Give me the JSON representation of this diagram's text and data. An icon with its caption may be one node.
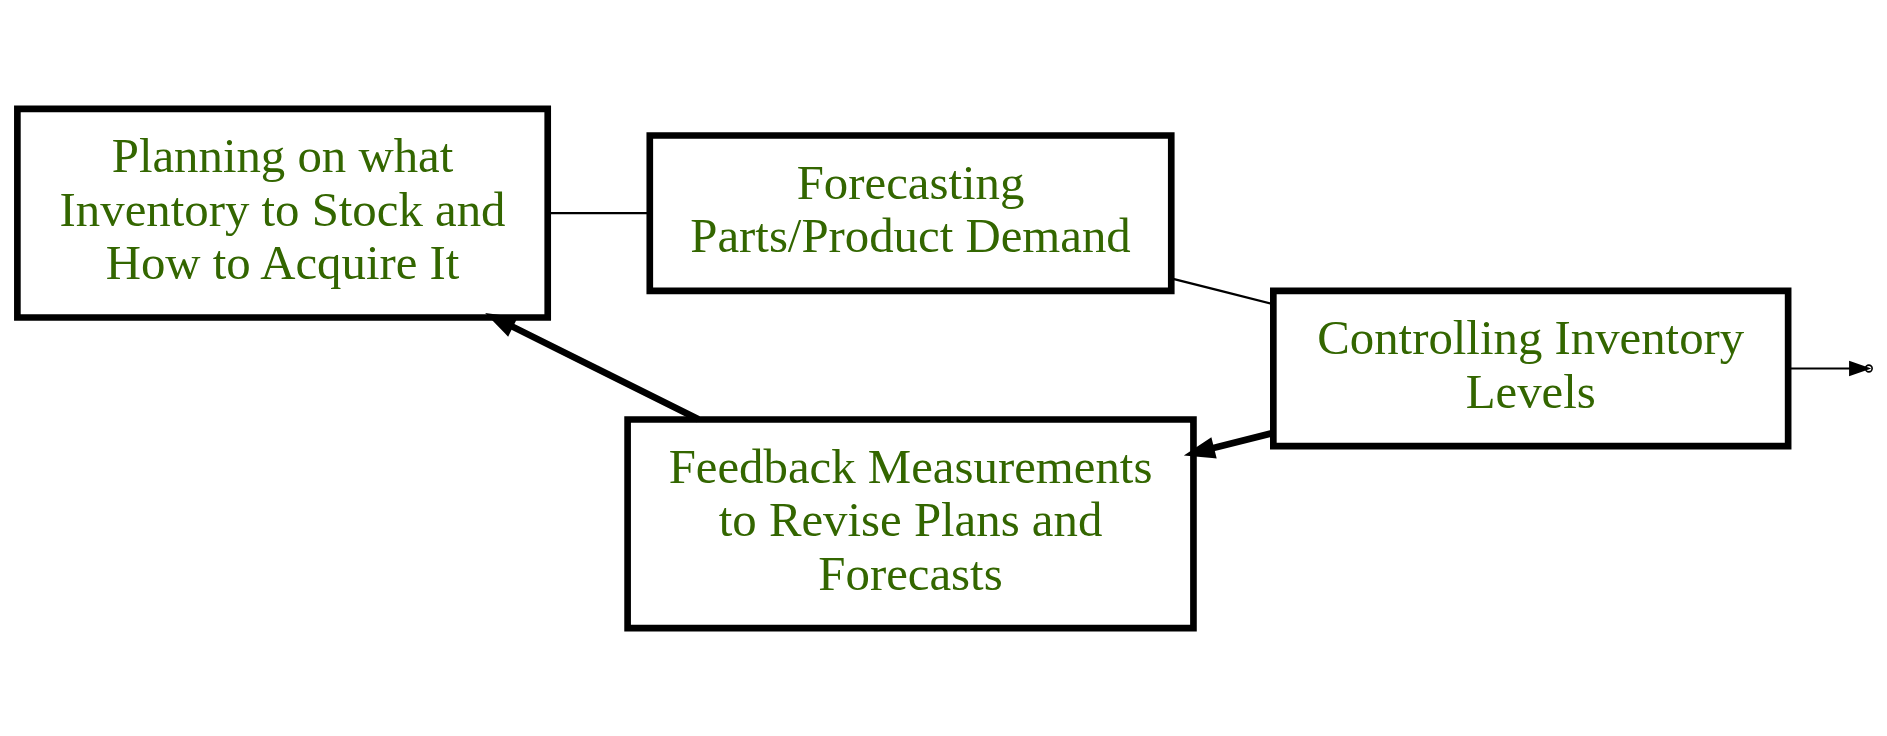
{
  "diagram": {
    "nodes": [
      {
        "text": [
          "Planning on what Inventory to Stock and How to Acquire It"
        ]
      },
      {
        "text": [
          "Forecasting Parts/Product Demand"
        ]
      },
      {
        "text": [
          "Controlling Inventory Levels"
        ]
      },
      {
        "text": [
          "Feedback Measurements to Revise Plans and Forecasts"
        ]
      }
    ],
    "edges": [
      {
        "from": 0,
        "to": 1,
        "arrow": "none"
      },
      {
        "from": 1,
        "to": 2,
        "arrow": "none"
      },
      {
        "from": 2,
        "to": null,
        "arrow": "to"
      },
      {
        "from": 2,
        "to": 3,
        "arrow": "to",
        "style": "thick"
      },
      {
        "from": 3,
        "to": 0,
        "arrow": "to",
        "style": "thick"
      }
    ]
  }
}
